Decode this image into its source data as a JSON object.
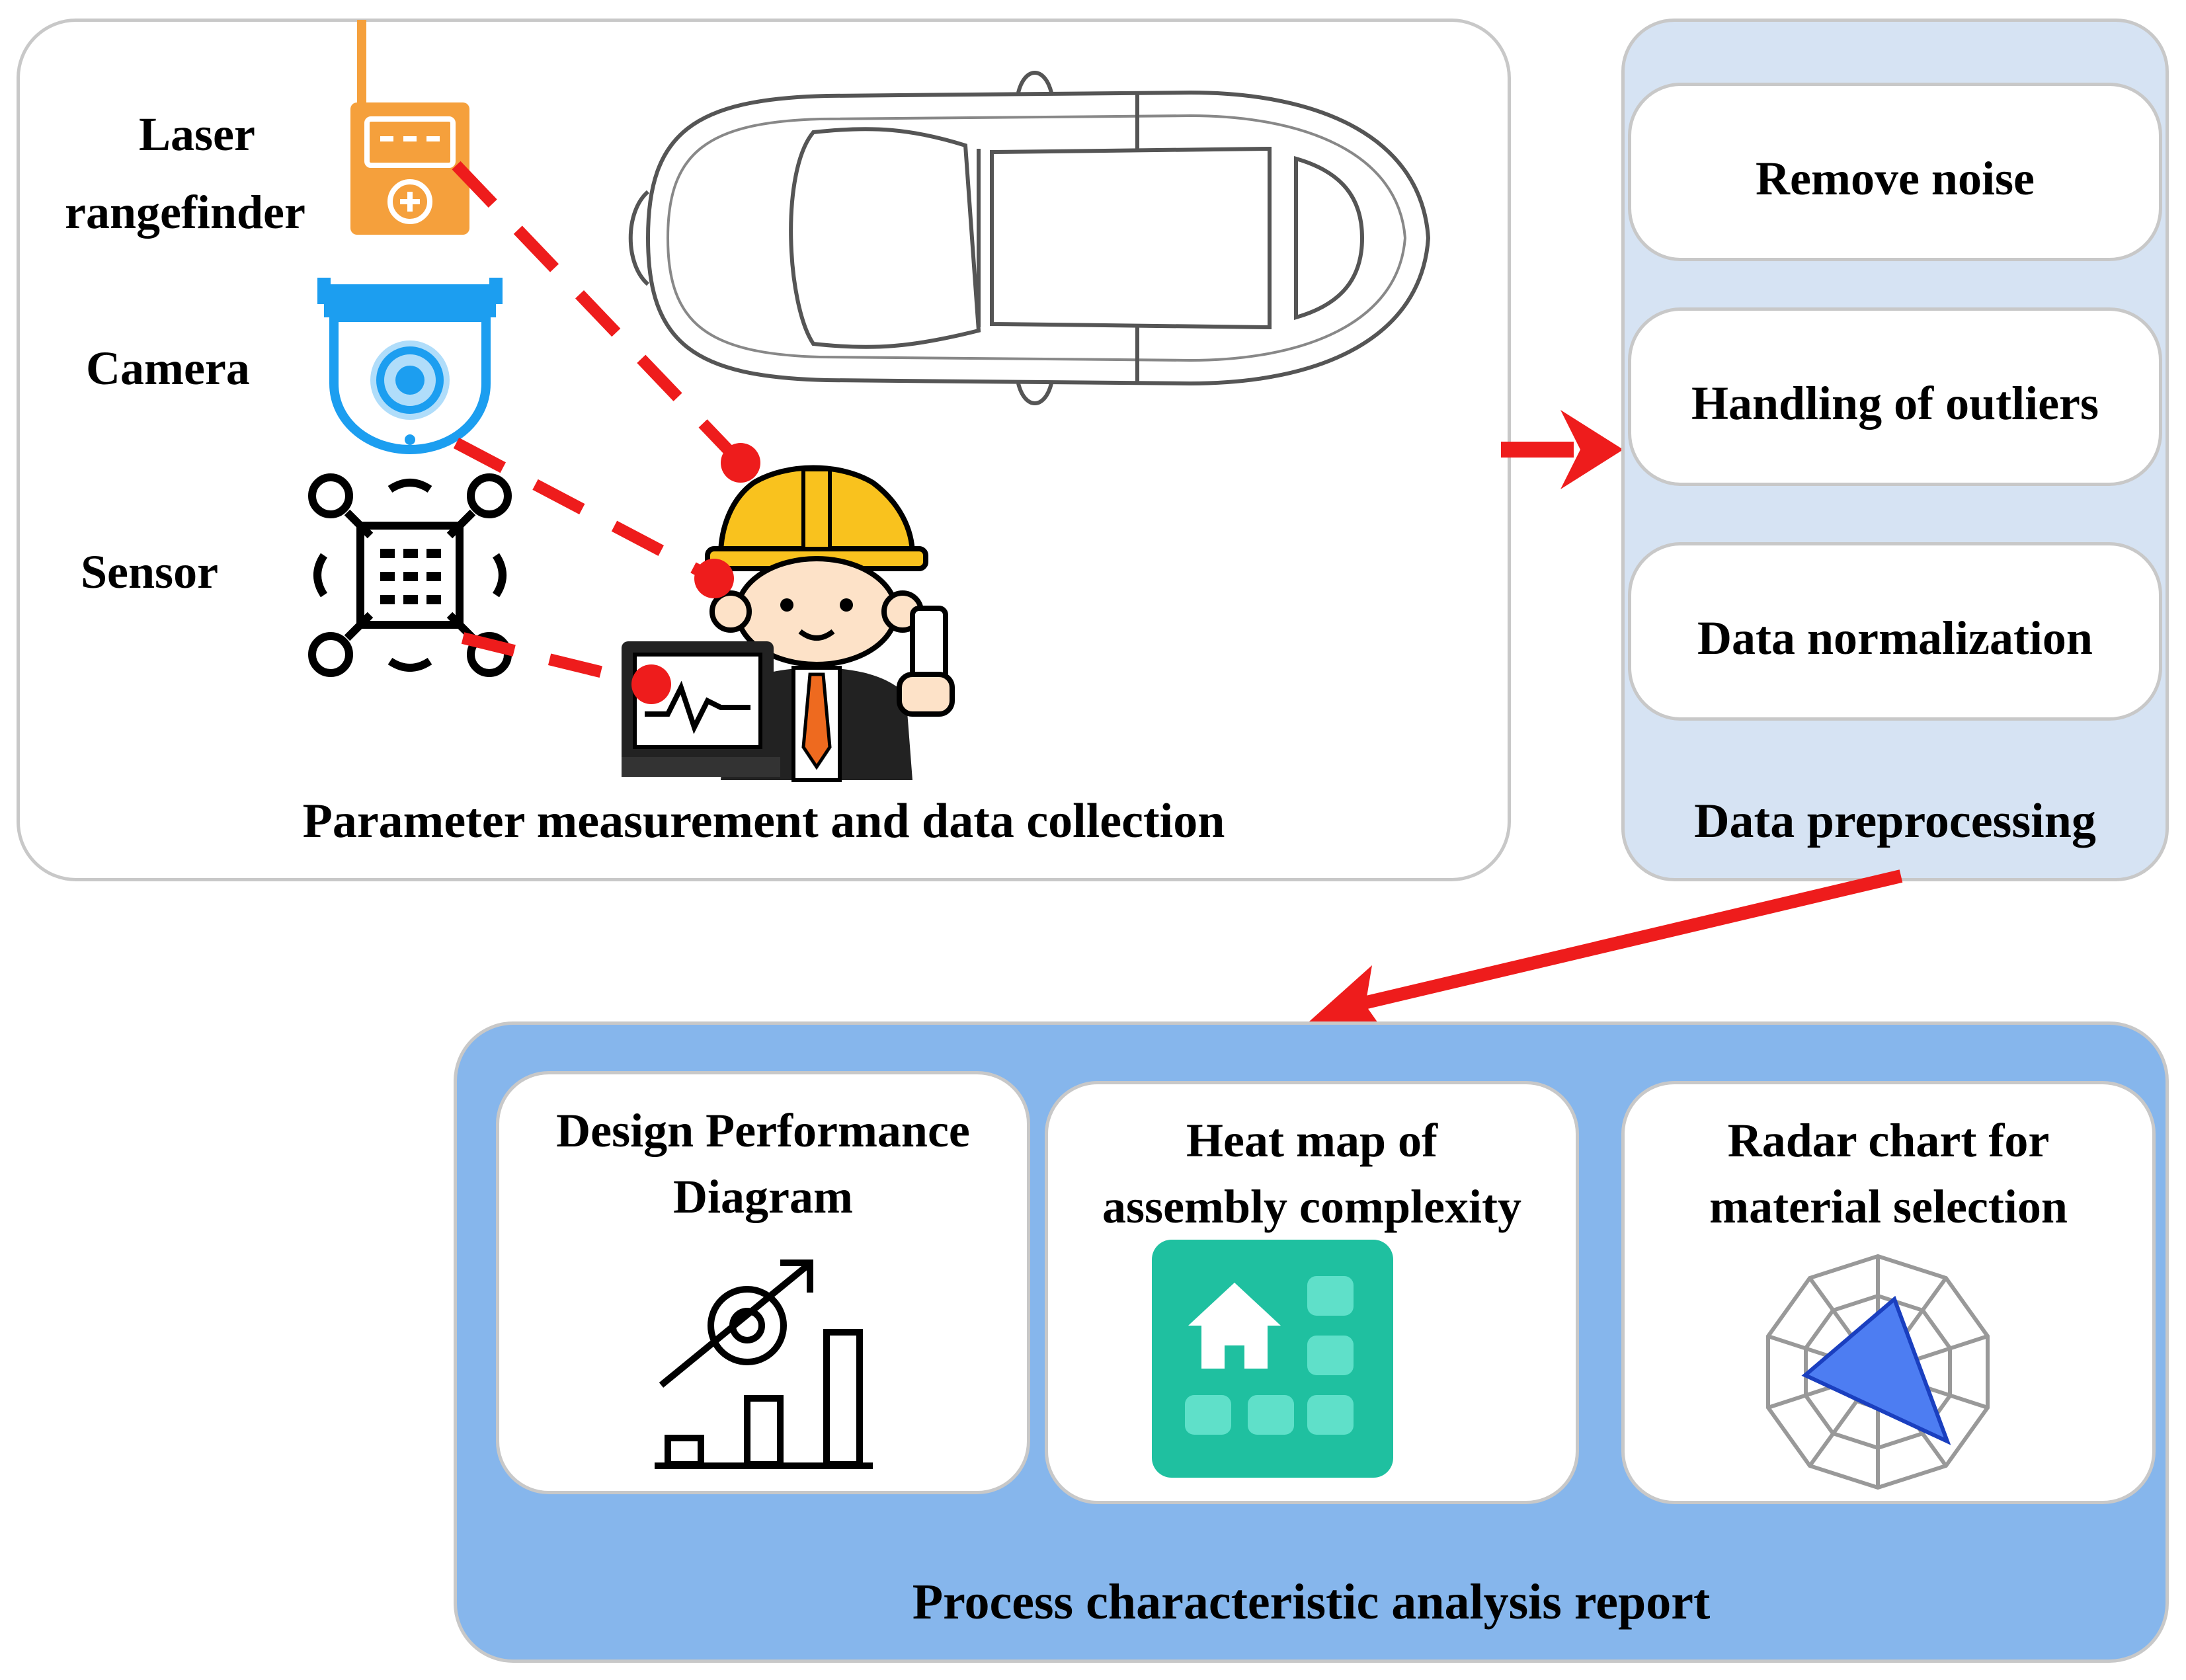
{
  "collection": {
    "title": "Parameter measurement and data collection",
    "devices": {
      "laser_line1": "Laser",
      "laser_line2": "rangefinder",
      "camera": "Camera",
      "sensor": "Sensor"
    }
  },
  "preprocessing": {
    "title": "Data preprocessing",
    "steps": [
      "Remove noise",
      "Handling of outliers",
      "Data normalization"
    ]
  },
  "report": {
    "title": "Process characteristic analysis report",
    "cards": [
      {
        "line1": "Design Performance",
        "line2": "Diagram"
      },
      {
        "line1": "Heat map of",
        "line2": "assembly complexity"
      },
      {
        "line1": "Radar chart for",
        "line2": "material selection"
      }
    ]
  },
  "colors": {
    "connector": "#ee1c1c",
    "preprocessing_bg": "#d6e3f3",
    "report_bg": "#86b6ec",
    "laser_orange": "#f5a03c",
    "camera_blue": "#1c9ef0",
    "heatmap_green": "#1fc0a0",
    "radar_fill": "#4d7df2"
  },
  "icons": [
    "laser-rangefinder-icon",
    "camera-icon",
    "sensor-icon",
    "car-icon",
    "engineer-icon",
    "performance-chart-icon",
    "heatmap-icon",
    "radar-chart-icon"
  ]
}
